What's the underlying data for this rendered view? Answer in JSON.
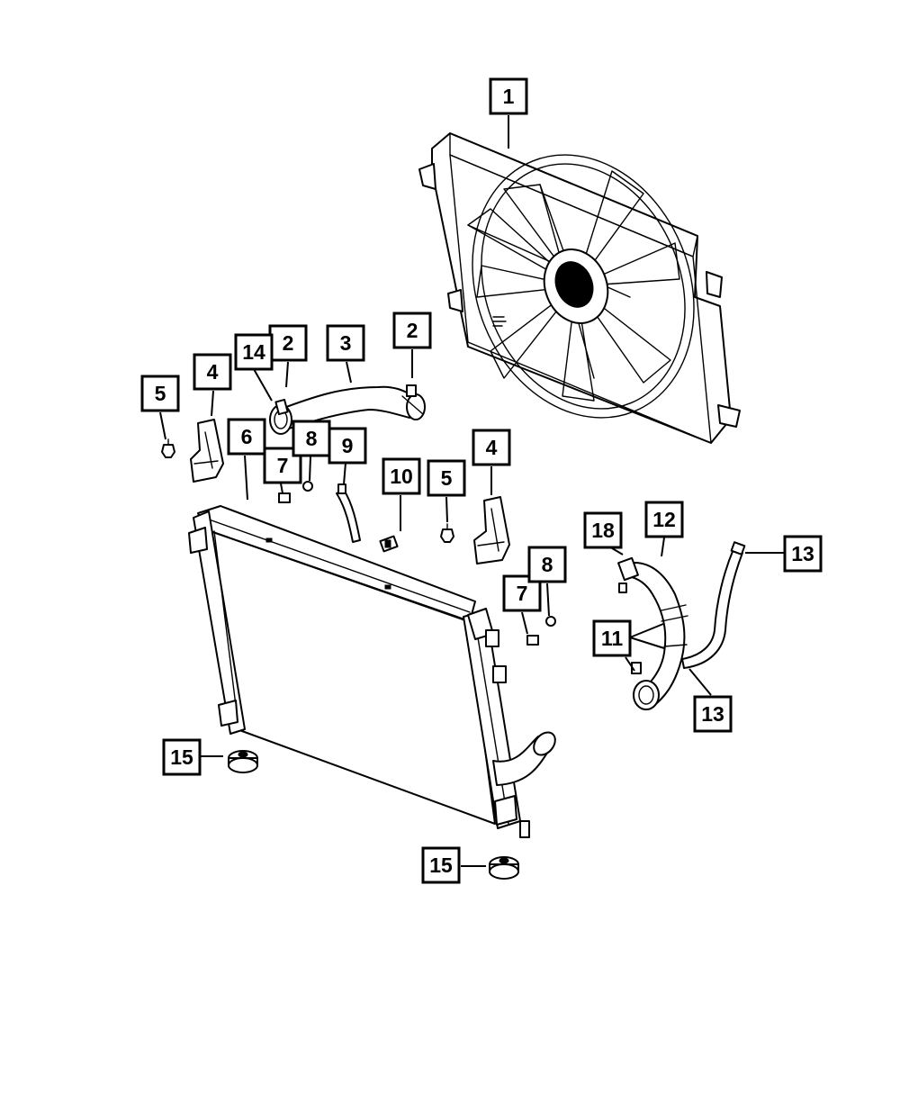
{
  "callouts": [
    {
      "label": "1"
    },
    {
      "label": "2"
    },
    {
      "label": "2"
    },
    {
      "label": "3"
    },
    {
      "label": "4"
    },
    {
      "label": "4"
    },
    {
      "label": "5"
    },
    {
      "label": "5"
    },
    {
      "label": "6"
    },
    {
      "label": "7"
    },
    {
      "label": "7"
    },
    {
      "label": "8"
    },
    {
      "label": "8"
    },
    {
      "label": "9"
    },
    {
      "label": "10"
    },
    {
      "label": "11"
    },
    {
      "label": "12"
    },
    {
      "label": "13"
    },
    {
      "label": "13"
    },
    {
      "label": "14"
    },
    {
      "label": "15"
    },
    {
      "label": "15"
    },
    {
      "label": "18"
    }
  ]
}
